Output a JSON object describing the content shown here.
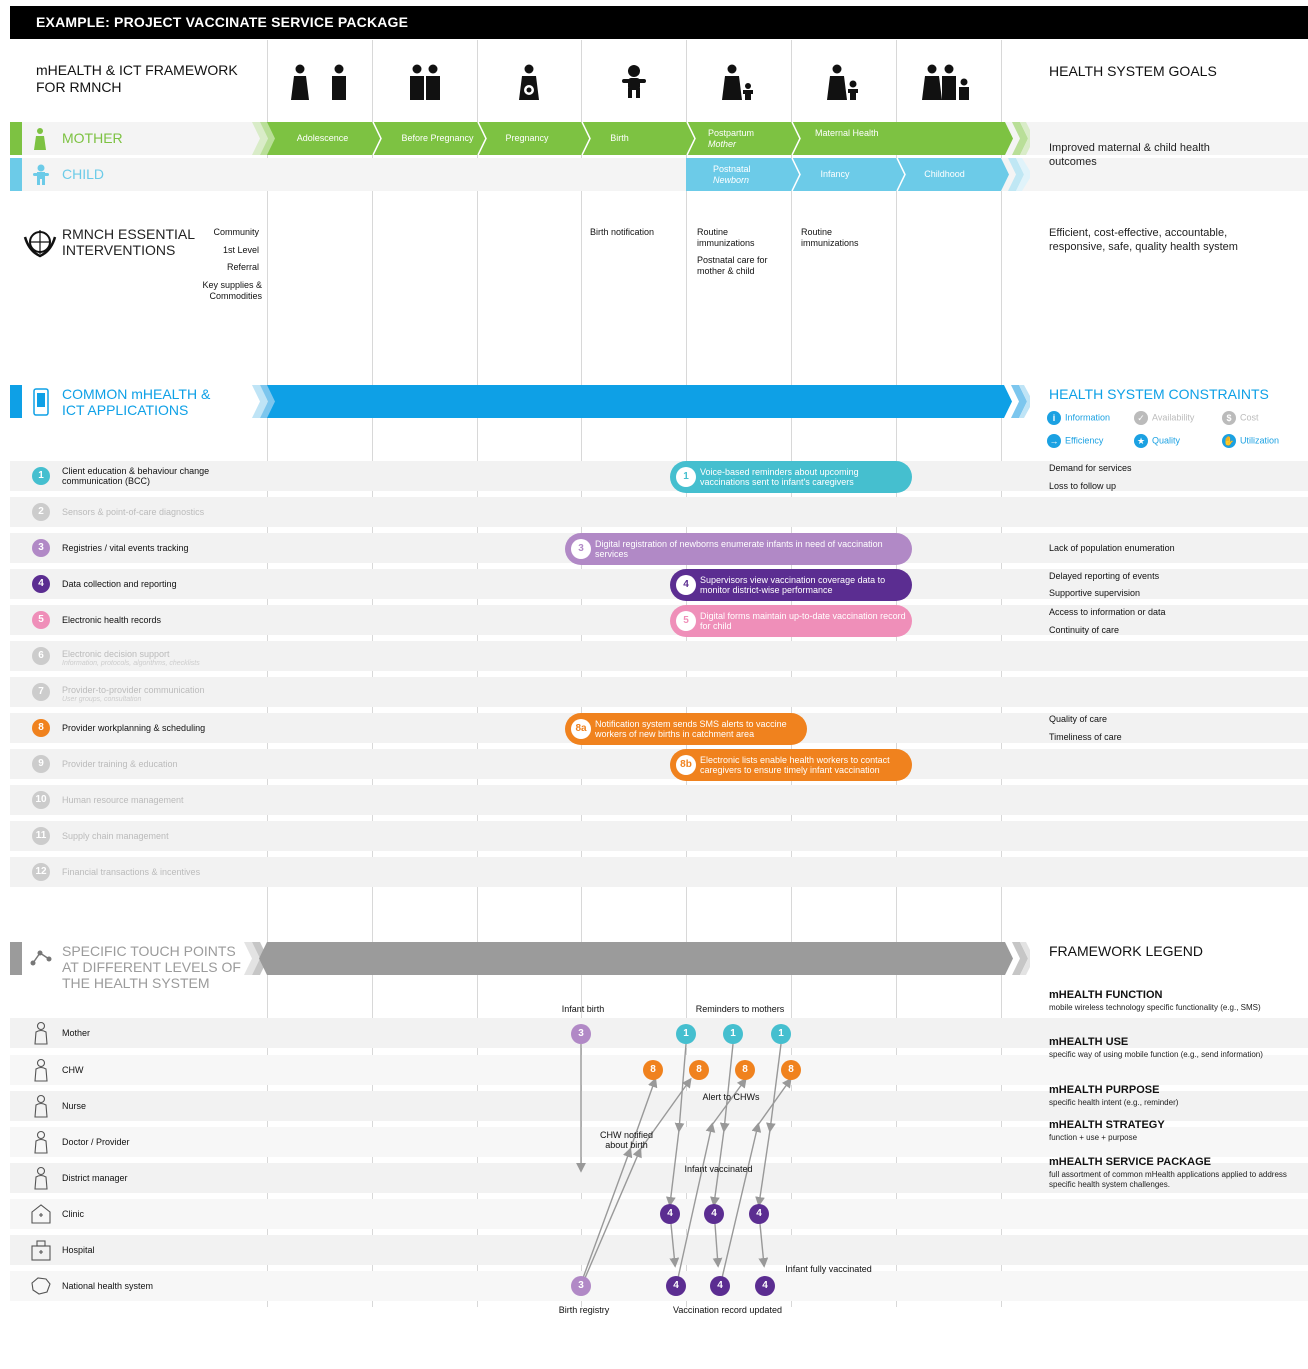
{
  "title": "EXAMPLE: PROJECT VACCINATE SERVICE PACKAGE",
  "framework_title": "mHEALTH & ICT FRAMEWORK FOR RMNCH",
  "goals_title": "HEALTH SYSTEM GOALS",
  "mother": {
    "label": "MOTHER",
    "stages": [
      "Adolescence",
      "Before Pregnancy",
      "Pregnancy",
      "Birth"
    ],
    "postpartum": "Postpartum",
    "postpartum_sub": "Mother",
    "maternal": "Maternal Health"
  },
  "child": {
    "label": "CHILD",
    "postnatal": "Postnatal",
    "postnatal_sub": "Newborn",
    "infancy": "Infancy",
    "childhood": "Childhood"
  },
  "goals": {
    "g1": "Improved maternal & child health outcomes",
    "g2": "Efficient, cost-effective, accountable, responsive, safe, quality health system"
  },
  "rmnch": {
    "title": "RMNCH ESSENTIAL INTERVENTIONS",
    "levels": [
      "Community",
      "1st Level",
      "Referral",
      "Key supplies & Commodities"
    ],
    "birth": "Birth notification",
    "post1": "Routine immunizations",
    "post2": "Postnatal care for mother & child",
    "maternal1": "Routine immunizations"
  },
  "apps": {
    "title": "COMMON mHEALTH & ICT APPLICATIONS",
    "constraints_title": "HEALTH SYSTEM CONSTRAINTS",
    "constraint_icons": [
      {
        "label": "Information",
        "icon": "info-icon",
        "color": "#1ba1e2"
      },
      {
        "label": "Availability",
        "icon": "check-icon",
        "color": "#bbbbbb"
      },
      {
        "label": "Cost",
        "icon": "dollar-icon",
        "color": "#bbbbbb"
      },
      {
        "label": "Efficiency",
        "icon": "arrow-icon",
        "color": "#1ba1e2"
      },
      {
        "label": "Quality",
        "icon": "star-icon",
        "color": "#1ba1e2"
      },
      {
        "label": "Utilization",
        "icon": "hand-icon",
        "color": "#1ba1e2"
      }
    ],
    "items": [
      {
        "n": "1",
        "label": "Client education & behaviour change communication (BCC)",
        "color": "#45bfcf",
        "active": true
      },
      {
        "n": "2",
        "label": "Sensors & point-of-care diagnostics",
        "color": "#cccccc",
        "active": false
      },
      {
        "n": "3",
        "label": "Registries / vital events tracking",
        "color": "#b189c6",
        "active": true
      },
      {
        "n": "4",
        "label": "Data collection and reporting",
        "color": "#5b2d91",
        "active": true
      },
      {
        "n": "5",
        "label": "Electronic health records",
        "color": "#ef8fb9",
        "active": true
      },
      {
        "n": "6",
        "label": "Electronic decision support",
        "sub": "Information, protocols, algorithms, checklists",
        "color": "#cccccc",
        "active": false
      },
      {
        "n": "7",
        "label": "Provider-to-provider communication",
        "sub": "User groups, consultation",
        "color": "#cccccc",
        "active": false
      },
      {
        "n": "8",
        "label": "Provider workplanning & scheduling",
        "color": "#f0821e",
        "active": true
      },
      {
        "n": "9",
        "label": "Provider training & education",
        "color": "#cccccc",
        "active": false
      },
      {
        "n": "10",
        "label": "Human resource management",
        "color": "#cccccc",
        "active": false
      },
      {
        "n": "11",
        "label": "Supply chain management",
        "color": "#cccccc",
        "active": false
      },
      {
        "n": "12",
        "label": "Financial transactions & incentives",
        "color": "#cccccc",
        "active": false
      }
    ],
    "pills": [
      {
        "n": "1",
        "text": "Voice-based reminders about upcoming vaccinations sent to infant's caregivers",
        "color": "#45bfcf"
      },
      {
        "n": "3",
        "text": "Digital registration of newborns enumerate infants in need of vaccination services",
        "color": "#b189c6"
      },
      {
        "n": "4",
        "text": "Supervisors view vaccination coverage data to monitor district-wise performance",
        "color": "#5b2d91"
      },
      {
        "n": "5",
        "text": "Digital forms maintain up-to-date vaccination record for child",
        "color": "#ef8fb9"
      },
      {
        "n": "8a",
        "text": "Notification system sends SMS alerts to vaccine workers of new births in catchment area",
        "color": "#f0821e"
      },
      {
        "n": "8b",
        "text": "Electronic lists enable health workers to contact caregivers to ensure timely infant vaccination",
        "color": "#f0821e"
      }
    ],
    "constraints": [
      "Demand for services",
      "Loss to follow up",
      "Lack of population enumeration",
      "Delayed reporting of events",
      "Supportive supervision",
      "Access to information or data",
      "Continuity of care",
      "Quality of care",
      "Timeliness of care"
    ]
  },
  "touch": {
    "title": "SPECIFIC TOUCH POINTS AT DIFFERENT LEVELS OF THE HEALTH SYSTEM",
    "legend_title": "FRAMEWORK LEGEND",
    "levels": [
      "Mother",
      "CHW",
      "Nurse",
      "Doctor / Provider",
      "District manager",
      "Clinic",
      "Hospital",
      "National health system"
    ],
    "annotations": {
      "infant_birth": "Infant birth",
      "reminders": "Reminders to mothers",
      "alert": "Alert to CHWs",
      "chw_notified": "CHW notified about birth",
      "infant_vaccinated": "Infant vaccinated",
      "fully": "Infant fully vaccinated",
      "birth_registry": "Birth registry",
      "record_updated": "Vaccination record updated"
    }
  },
  "legend": [
    {
      "title": "mHEALTH FUNCTION",
      "desc": "mobile wireless technology specific functionality (e.g., SMS)"
    },
    {
      "title": "mHEALTH USE",
      "desc": "specific way of using mobile function (e.g., send information)"
    },
    {
      "title": "mHEALTH PURPOSE",
      "desc": "specific health intent (e.g., reminder)"
    },
    {
      "title": "mHEALTH STRATEGY",
      "desc": "function + use + purpose"
    },
    {
      "title": "mHEALTH SERVICE PACKAGE",
      "desc": "full assortment of common mHealth applications applied to address specific health system challenges."
    }
  ],
  "colors": {
    "green": "#7dc242",
    "light_blue": "#6ccbe8",
    "blue": "#0ea0e6",
    "gray_band": "#9b9b9b",
    "teal": "#45bfcf",
    "lilac": "#b189c6",
    "purple": "#5b2d91",
    "pink": "#ef8fb9",
    "orange": "#f0821e"
  }
}
